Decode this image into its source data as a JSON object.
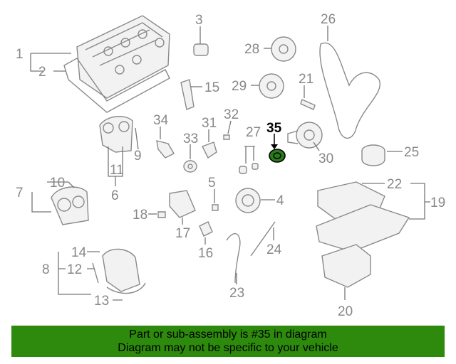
{
  "callouts": {
    "c1": "1",
    "c2": "2",
    "c3": "3",
    "c4": "4",
    "c5": "5",
    "c6": "6",
    "c7": "7",
    "c8": "8",
    "c9": "9",
    "c10": "10",
    "c11": "11",
    "c12": "12",
    "c13": "13",
    "c14": "14",
    "c15": "15",
    "c16": "16",
    "c17": "17",
    "c18": "18",
    "c19": "19",
    "c20": "20",
    "c21": "21",
    "c22": "22",
    "c23": "23",
    "c24": "24",
    "c25": "25",
    "c26": "26",
    "c27": "27",
    "c28": "28",
    "c29": "29",
    "c30": "30",
    "c31": "31",
    "c32": "32",
    "c33": "33",
    "c34": "34",
    "c35": "35"
  },
  "highlight_color": "#2d8a0c",
  "banner": {
    "line1": "Part or sub-assembly is #35 in diagram",
    "line2": "Diagram may not be specific to your vehicle"
  }
}
